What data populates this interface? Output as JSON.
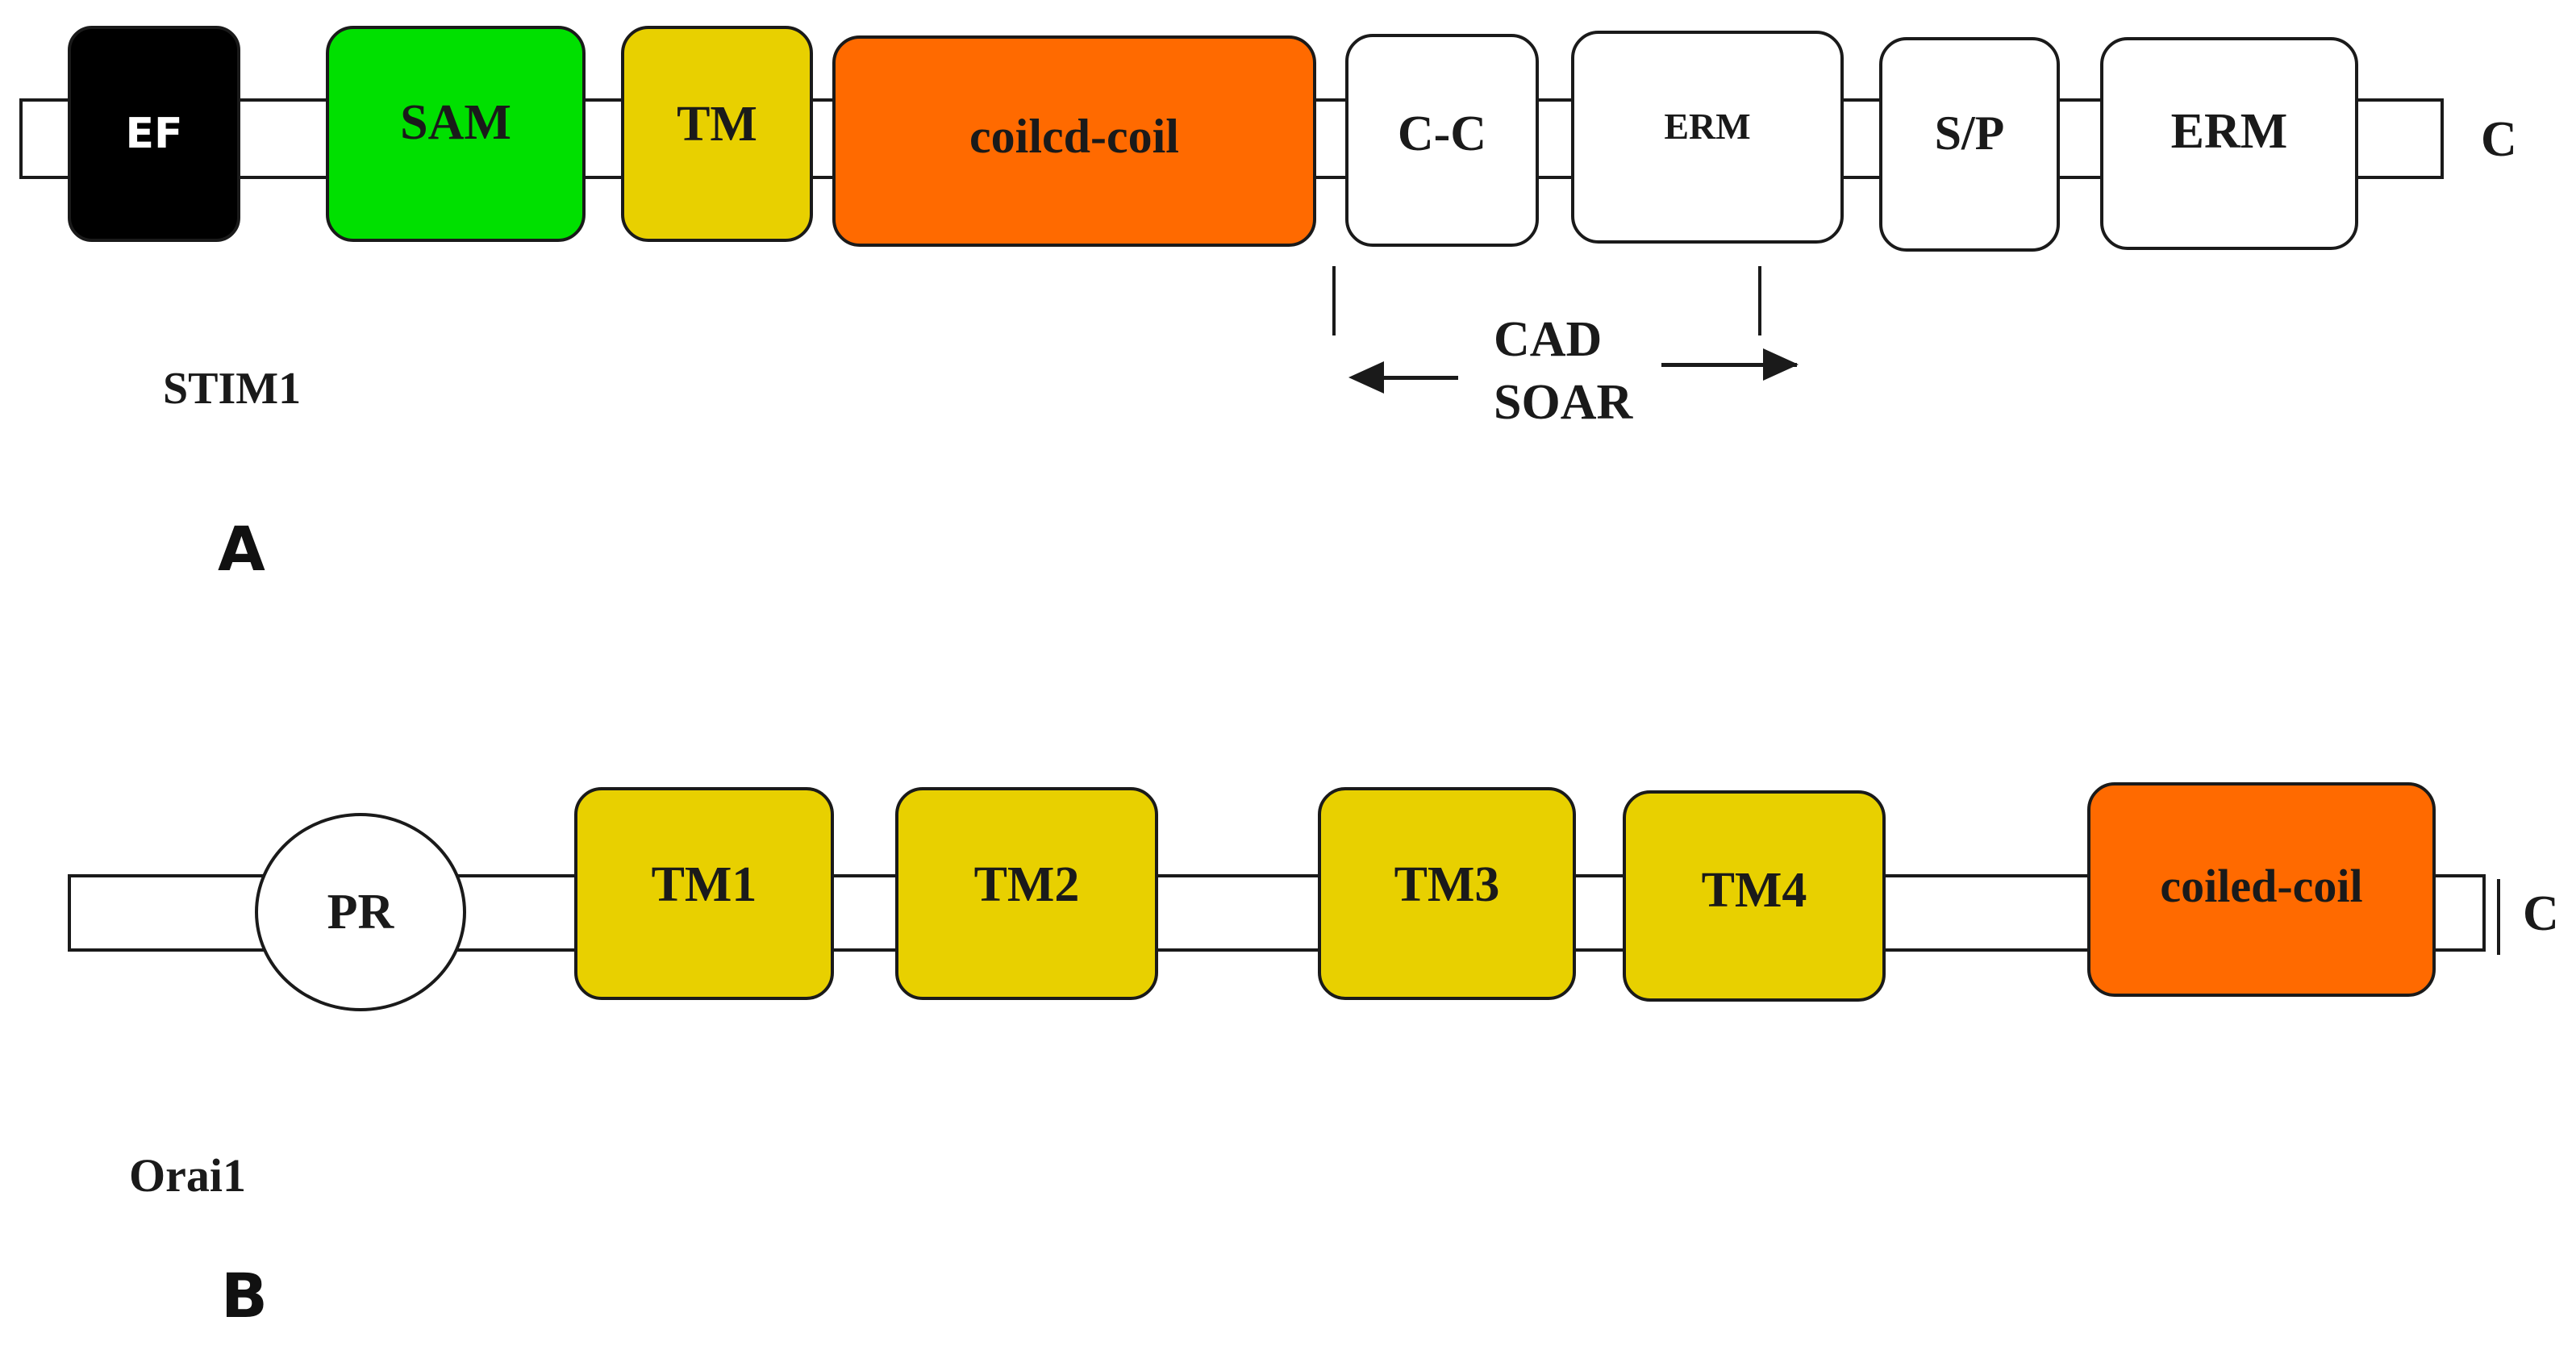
{
  "panel_a": {
    "protein_label": "STIM1",
    "panel_letter": "A",
    "c_terminus": "C",
    "domains": {
      "ef": "EF",
      "sam": "SAM",
      "tm": "TM",
      "coiled_coil": "coilcd-coil",
      "cc": "C-C",
      "erm1": "ERM",
      "sp": "S/P",
      "erm2": "ERM"
    },
    "span_labels": {
      "line1": "CAD",
      "line2": "SOAR"
    }
  },
  "panel_b": {
    "protein_label": "Orai1",
    "panel_letter": "B",
    "c_terminus": "C",
    "domains": {
      "pr": "PR",
      "tm1": "TM1",
      "tm2": "TM2",
      "tm3": "TM3",
      "tm4": "TM4",
      "coiled_coil": "coiled-coil"
    }
  },
  "colors": {
    "ef": "#000000",
    "sam": "#00e000",
    "tm": "#e8d000",
    "coiled_coil": "#ff6a00",
    "plain": "#ffffff"
  }
}
